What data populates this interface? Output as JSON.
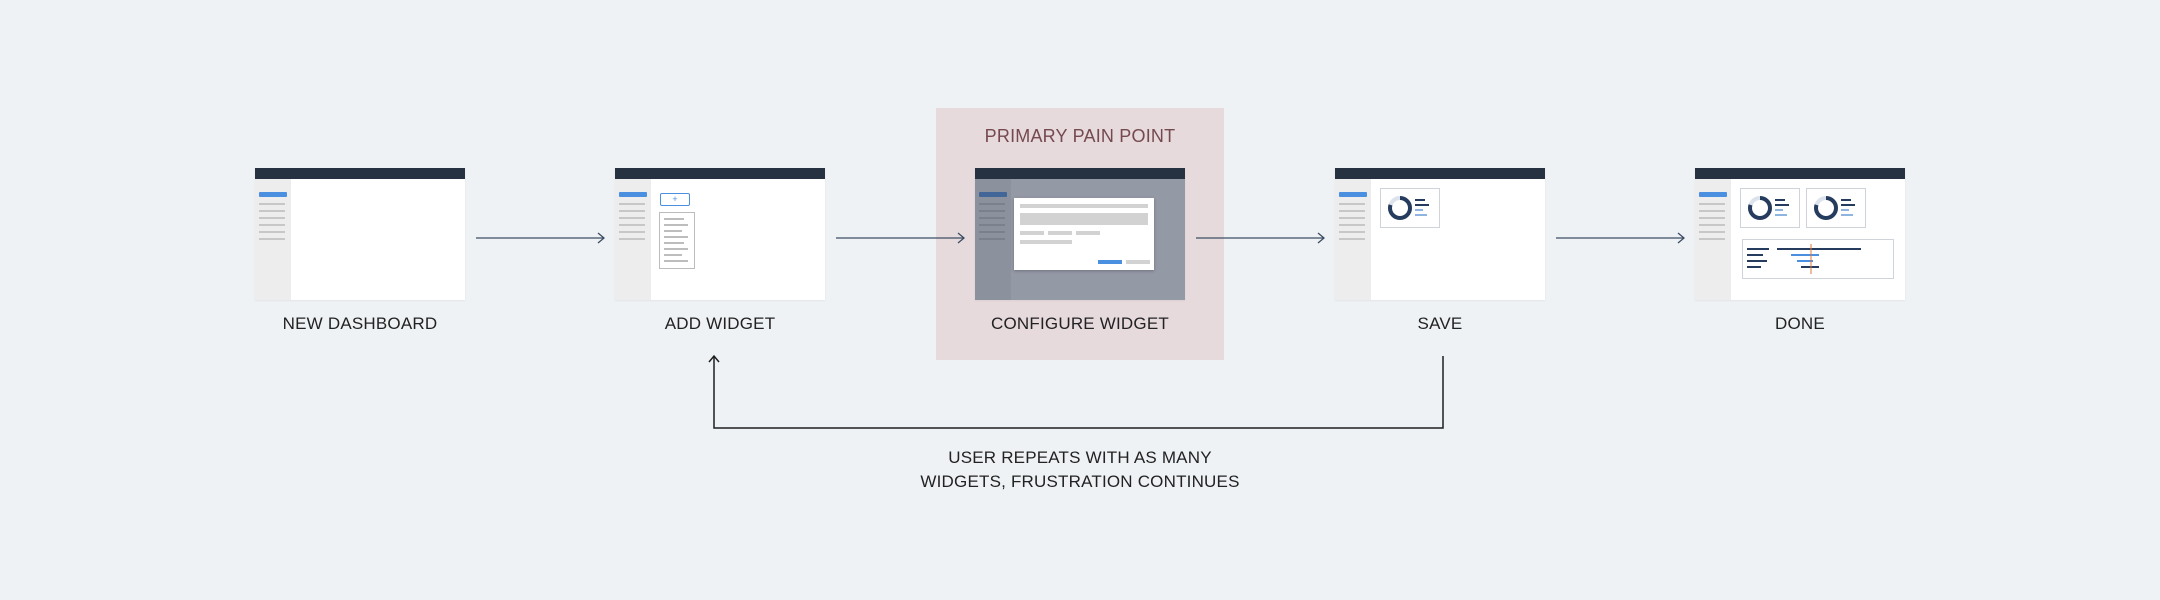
{
  "highlight": {
    "label": "PRIMARY PAIN POINT"
  },
  "steps": [
    {
      "label": "NEW DASHBOARD"
    },
    {
      "label": "ADD WIDGET",
      "add_symbol": "+"
    },
    {
      "label": "CONFIGURE WIDGET"
    },
    {
      "label": "SAVE"
    },
    {
      "label": "DONE"
    }
  ],
  "loop": {
    "line1": "USER REPEATS WITH AS MANY",
    "line2": "WIDGETS, FRUSTRATION CONTINUES"
  },
  "colors": {
    "background": "#eff2f5",
    "highlight_bg": "#e6dadd",
    "highlight_text": "#75494e",
    "topbar": "#263241",
    "accent_blue": "#4a8fe0",
    "arrow": "#3c4d63",
    "donut": "#263c5e",
    "timeline_marker": "#e07a3c"
  }
}
